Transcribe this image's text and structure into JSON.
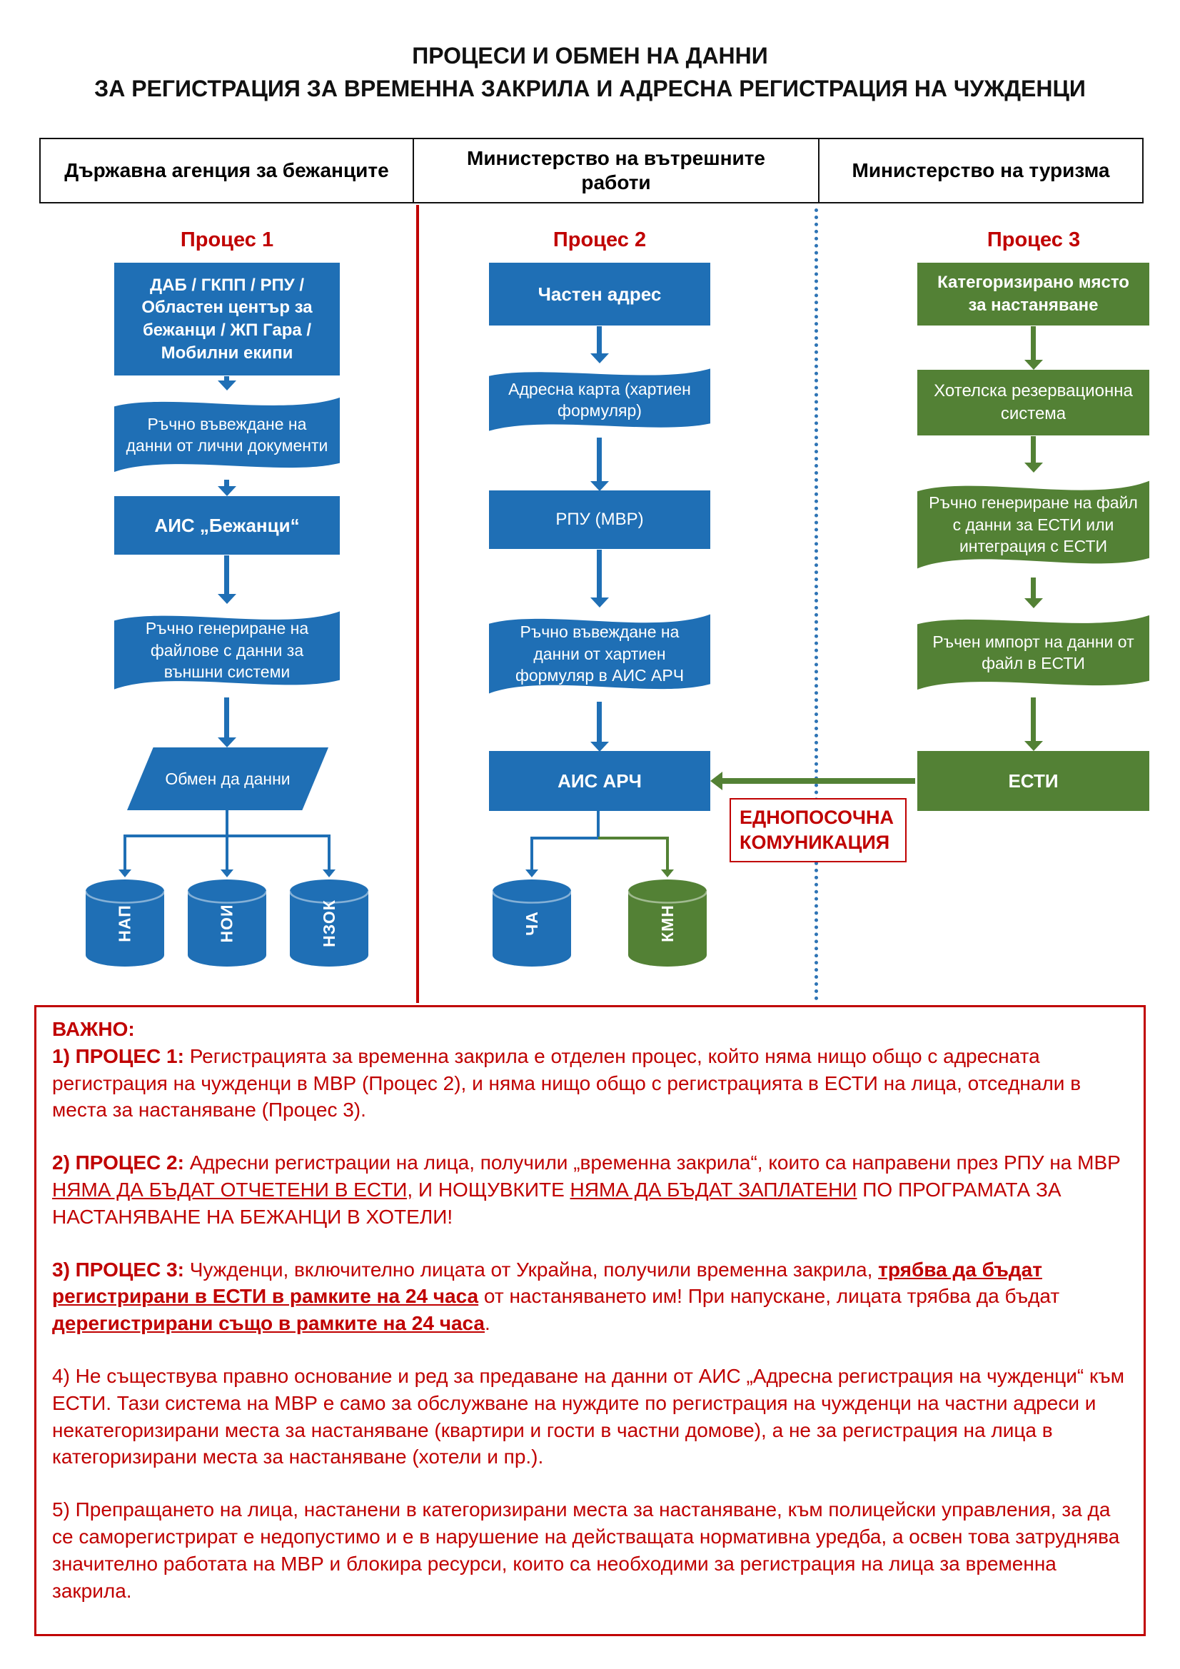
{
  "title": {
    "line1": "ПРОЦЕСИ И ОБМЕН НА ДАННИ",
    "line2": "ЗА РЕГИСТРАЦИЯ ЗА ВРЕМЕННА ЗАКРИЛА И АДРЕСНА РЕГИСТРАЦИЯ НА ЧУЖДЕНЦИ"
  },
  "org_headers": {
    "left": "Държавна агенция за бежанците",
    "middle": "Министерство на вътрешните работи",
    "right": "Министерство на туризма"
  },
  "colors": {
    "primary_blue": "#1F6FB5",
    "accent_green": "#538135",
    "alert_red": "#C00000",
    "divider_dotted_blue": "#2E74B5"
  },
  "process1": {
    "label": "Процес 1",
    "entry_points": "ДАБ / ГКПП / РПУ / Областен център за бежанци / ЖП Гара / Мобилни екипи",
    "manual_input": "Ръчно въвеждане на данни от лични документи",
    "ais_refugees": "АИС „Бежанци“",
    "manual_files": "Ръчно генериране на файлове с данни за външни системи",
    "data_exchange": "Обмен да данни",
    "db_nap": "НАП",
    "db_noi": "НОИ",
    "db_nzok": "НЗОК"
  },
  "process2": {
    "label": "Процес 2",
    "private_address": "Частен адрес",
    "address_card": "Адресна карта (хартиен формуляр)",
    "rpu_mvr": "РПУ (МВР)",
    "manual_input": "Ръчно въвеждане на данни от хартиен формуляр в АИС АРЧ",
    "ais_arch": "АИС АРЧ",
    "db_cha": "ЧА",
    "db_kmn": "КМН",
    "one_way_label": "ЕДНОПОСОЧНА КОМУНИКАЦИЯ"
  },
  "process3": {
    "label": "Процес 3",
    "categorized_place": "Категоризирано място за настаняване",
    "hotel_system": "Хотелска резервационна система",
    "manual_generation": "Ръчно генериране на файл с данни за ЕСТИ или интеграция с ЕСТИ",
    "manual_import": "Ръчен импорт на данни от файл в ЕСТИ",
    "esti": "ЕСТИ"
  },
  "notes": {
    "paragraphs": [
      [
        {
          "t": "ВАЖНО:",
          "b": 1
        }
      ],
      [
        {
          "t": "1) ПРОЦЕС 1: ",
          "b": 1
        },
        {
          "t": "Регистрацията за временна закрила е отделен процес, който няма нищо общо с адресната регистрация на чужденци в МВР (Процес 2), и няма нищо общо с регистрацията в ЕСТИ на лица, отседнали в места за настаняване (Процес 3)."
        }
      ],
      [
        {
          "t": "2) ПРОЦЕС 2: ",
          "b": 1
        },
        {
          "t": "Адресни регистрации на лица, получили „временна закрила“, които са направени през РПУ на МВР "
        },
        {
          "t": "НЯМА ДА БЪДАТ ОТЧЕТЕНИ В ЕСТИ,",
          "u": 1
        },
        {
          "t": " И НОЩУВКИТЕ "
        },
        {
          "t": "НЯМА ДА БЪДАТ ЗАПЛАТЕНИ",
          "u": 1
        },
        {
          "t": " ПО ПРОГРАМАТА ЗА НАСТАНЯВАНЕ НА БЕЖАНЦИ В ХОТЕЛИ!"
        }
      ],
      [
        {
          "t": "3) ПРОЦЕС 3: ",
          "b": 1
        },
        {
          "t": "Чужденци, включително лицата от Украйна, получили временна закрила, "
        },
        {
          "t": "трябва да бъдат регистрирани в ЕСТИ в рамките на 24 часа",
          "b": 1,
          "u": 1
        },
        {
          "t": " от настаняването им! При напускане, лицата трябва да бъдат "
        },
        {
          "t": "дерегистрирани също в рамките на 24 часа",
          "b": 1,
          "u": 1
        },
        {
          "t": "."
        }
      ],
      [
        {
          "t": "4) Не съществува правно основание и ред за предаване на данни от АИС „Адресна регистрация на чужденци“ към ЕСТИ. Тази система на МВР е само за обслужване на нуждите по регистрация на чужденци на частни адреси и некатегоризирани места за настаняване (квартири и гости в частни домове), а не за регистрация на лица в категоризирани места за настаняване (хотели и пр.)."
        }
      ],
      [
        {
          "t": "5) Препращането на лица, настанени в категоризирани места за настаняване, към полицейски управления, за да се саморегистрират е недопустимо и е в нарушение на действащата нормативна уредба, а освен това затруднява значително работата на МВР и блокира ресурси, които са необходими за регистрация на лица за временна закрила."
        }
      ]
    ]
  }
}
